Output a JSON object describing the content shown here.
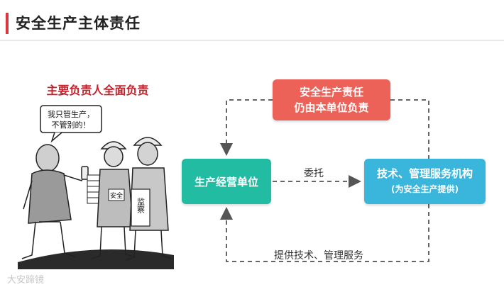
{
  "header": {
    "title": "安全生产主体责任"
  },
  "caption": "主要负责人全面负责",
  "cartoon": {
    "speech": [
      "我只管生产，",
      "不管别的！"
    ],
    "badge_left": "安全",
    "badge_right": "监察"
  },
  "boxes": {
    "responsibility": [
      "安全生产责任",
      "仍由本单位负责"
    ],
    "unit": "生产经营单位",
    "service": {
      "title": "技术、管理服务机构",
      "subtitle": "(为安全生产提供)"
    }
  },
  "labels": {
    "entrust": "委托",
    "provide": "提供技术、管理服务"
  },
  "watermark": "大安蹄镜",
  "colors": {
    "accent": "#d9363e",
    "red_box": "#ec6259",
    "green_box": "#22bca2",
    "blue_box": "#3ab6dc"
  }
}
